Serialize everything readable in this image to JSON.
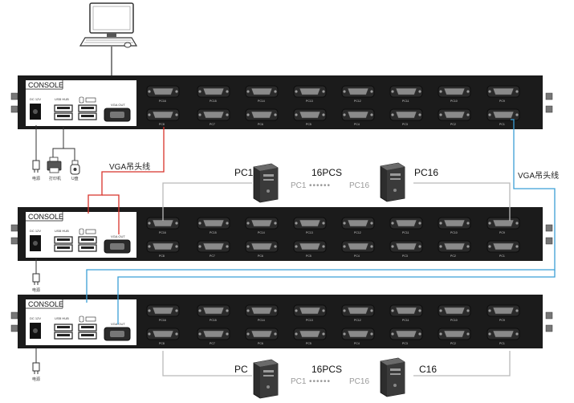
{
  "console_label": "CONSOLE",
  "panel_labels": {
    "dc": "DC 12V",
    "usb": "USB HUB",
    "vga_out": "VGA OUT",
    "power": "电源",
    "printer": "打印机",
    "udisk": "U盘"
  },
  "cable_labels": {
    "left": "VGA吊头线",
    "right": "VGA吊头线"
  },
  "groups": [
    {
      "count_label": "16PCS",
      "first_pc": "PC1",
      "last_pc": "PC16",
      "range_first": "PC1",
      "dots": "••••••",
      "range_last": "PC16"
    },
    {
      "count_label": "16PCS",
      "first_pc": "PC",
      "last_pc": "C16",
      "range_first": "PC1",
      "dots": "••••••",
      "range_last": "PC16"
    }
  ],
  "port_labels": {
    "top_row": [
      "PC16",
      "PC15",
      "PC14",
      "PC13",
      "PC12",
      "PC11",
      "PC10",
      "PC9"
    ],
    "bottom_row": [
      "PC8",
      "PC7",
      "PC6",
      "PC5",
      "PC4",
      "PC3",
      "PC2",
      "PC1"
    ]
  },
  "colors": {
    "unit_body": "#1b1b1b",
    "red_cable": "#d8332b",
    "blue_cable": "#3b9fd6",
    "grey_line": "#b9b9b9",
    "range_text": "#9a9a9a"
  }
}
